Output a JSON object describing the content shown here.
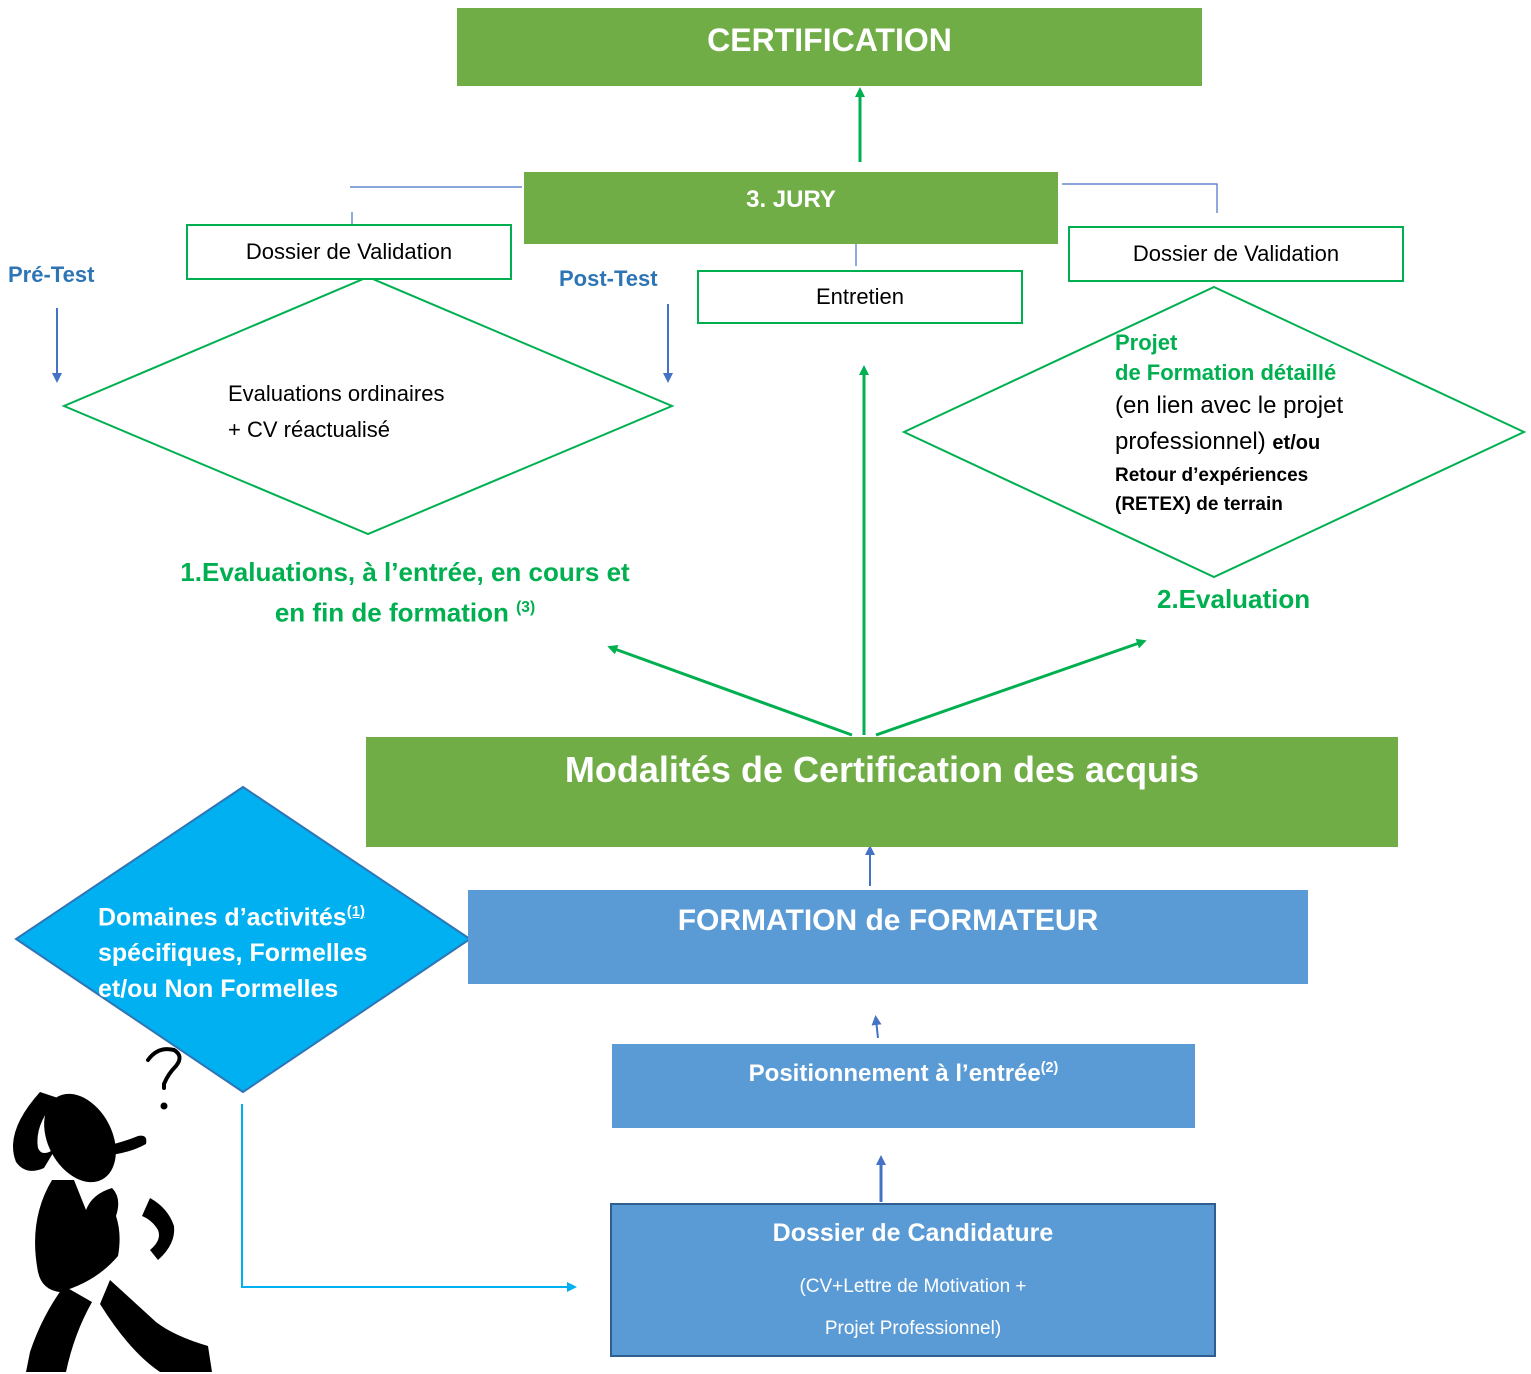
{
  "top": {
    "certification": "CERTIFICATION"
  },
  "jury": {
    "title": "3. JURY"
  },
  "left_branch": {
    "dossier": "Dossier de Validation",
    "pre_test": "Pré-Test",
    "post_test": "Post-Test",
    "diamond_line1": "Evaluations ordinaires",
    "diamond_line2": "+ CV réactualisé",
    "caption_line1": "1.Evaluations, à l’entrée, en cours et",
    "caption_line2": "en fin de formation",
    "caption_note": "(3)"
  },
  "middle_branch": {
    "entretien": "Entretien"
  },
  "right_branch": {
    "dossier": "Dossier de Validation",
    "line1": "Projet",
    "line2": "de Formation détaillé",
    "line3": "(en lien avec le projet",
    "line4a": "professionnel)",
    "line4b": "et/ou",
    "line5": "Retour d’expériences",
    "line6": "(RETEX) de terrain",
    "caption": "2.Evaluation"
  },
  "modalites": {
    "title": "Modalités de Certification des acquis"
  },
  "formation": {
    "title": "FORMATION de FORMATEUR"
  },
  "positionnement": {
    "title": "Positionnement à l’entrée",
    "note": "(2)"
  },
  "candidature": {
    "title": "Dossier de Candidature",
    "line1": "(CV+Lettre de Motivation +",
    "line2": "Projet Professionnel)"
  },
  "domaines": {
    "line1": "Domaines d’activités",
    "note": "(1)",
    "line2": "spécifiques, Formelles",
    "line3": "et/ou Non Formelles"
  },
  "colors": {
    "green_fill": "#70ad47",
    "green_line": "#00b050",
    "blue_fill": "#5b9bd5",
    "cyan_fill": "#00b0f0",
    "blue_arrow": "#4472c4",
    "label_blue": "#2e75b6"
  }
}
